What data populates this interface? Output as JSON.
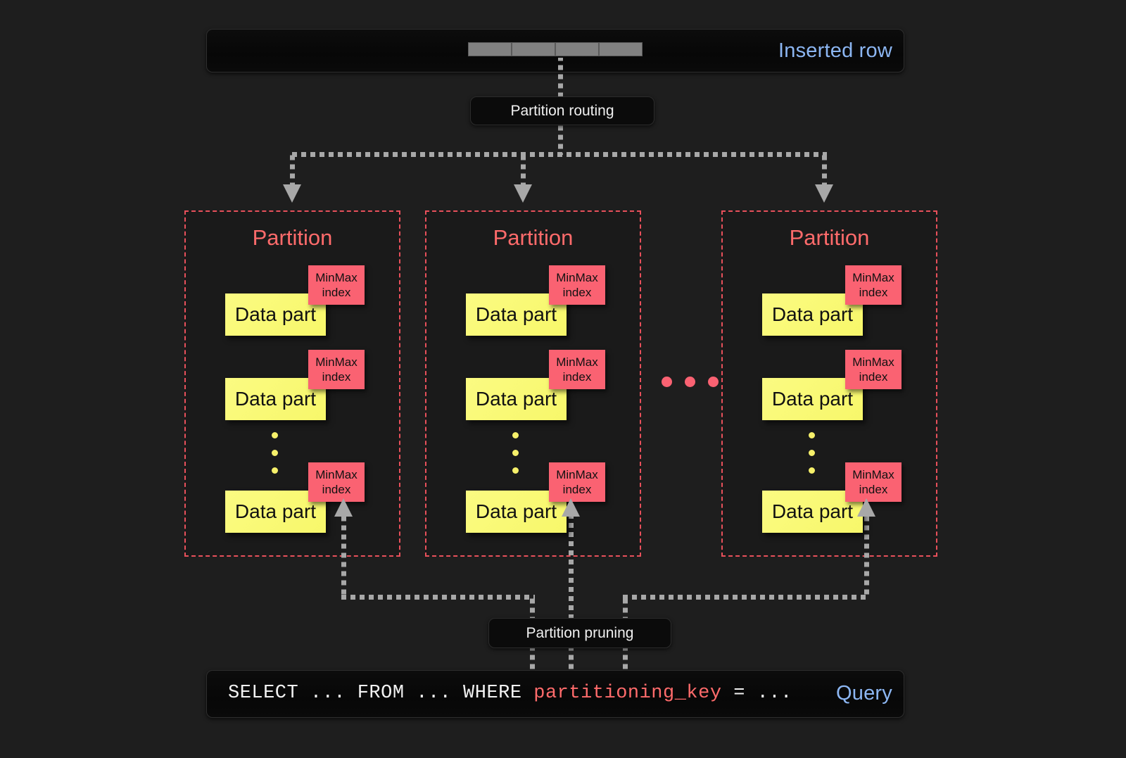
{
  "diagram": {
    "title": "ClickHouse partitioning: insert routing and partition pruning",
    "background_color": "#1e1e1e",
    "accent_colors": {
      "partition_red": "#ff6b6b",
      "data_part_yellow": "#f9f871",
      "minmax_pink": "#fa6272",
      "label_blue": "#8cb6f2",
      "connector_gray": "#a8a8a8"
    }
  },
  "top": {
    "bar_label": "Inserted row",
    "cells": [
      "",
      "",
      "",
      ""
    ]
  },
  "routing": {
    "label": "Partition routing"
  },
  "partitions": [
    {
      "title": "Partition",
      "parts": [
        {
          "data_part_label": "Data part",
          "index_label": "MinMax\nindex"
        },
        {
          "data_part_label": "Data part",
          "index_label": "MinMax\nindex"
        },
        {
          "data_part_label": "Data part",
          "index_label": "MinMax\nindex"
        }
      ],
      "ellipsis": "⋮"
    },
    {
      "title": "Partition",
      "parts": [
        {
          "data_part_label": "Data part",
          "index_label": "MinMax\nindex"
        },
        {
          "data_part_label": "Data part",
          "index_label": "MinMax\nindex"
        },
        {
          "data_part_label": "Data part",
          "index_label": "MinMax\nindex"
        }
      ],
      "ellipsis": "⋮"
    },
    {
      "title": "Partition",
      "parts": [
        {
          "data_part_label": "Data part",
          "index_label": "MinMax\nindex"
        },
        {
          "data_part_label": "Data part",
          "index_label": "MinMax\nindex"
        },
        {
          "data_part_label": "Data part",
          "index_label": "MinMax\nindex"
        }
      ],
      "ellipsis": "⋮"
    }
  ],
  "partition_ellipsis": "…",
  "pruning": {
    "label": "Partition pruning"
  },
  "bottom": {
    "bar_label": "Query",
    "sql_prefix": "SELECT ... FROM ... WHERE ",
    "sql_key": "partitioning_key",
    "sql_suffix": " = ..."
  },
  "part_labels": {
    "data_part": "Data part",
    "minmax_line1": "MinMax",
    "minmax_line2": "index"
  }
}
